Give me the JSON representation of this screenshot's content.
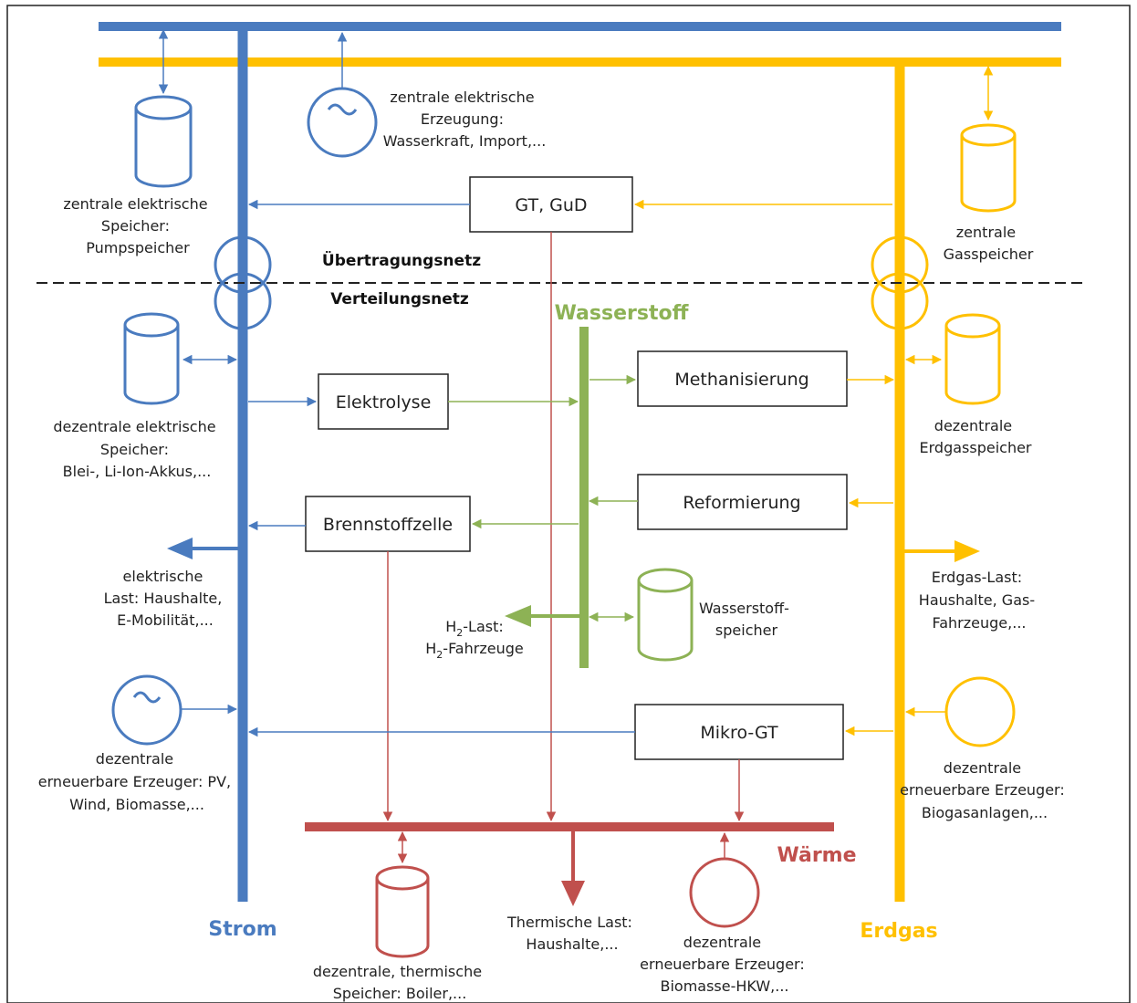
{
  "colors": {
    "strom": "#4a7bbf",
    "erdgas": "#ffc000",
    "wasserstoff": "#8db255",
    "waerme": "#c0504d"
  },
  "carriers": {
    "strom": "Strom",
    "erdgas": "Erdgas",
    "wasserstoff": "Wasserstoff",
    "waerme": "Wärme"
  },
  "levels": {
    "transmission": "Übertragungsnetz",
    "distribution": "Verteilungsnetz"
  },
  "boxes": {
    "gt_gud": "GT, GuD",
    "elektrolyse": "Elektrolyse",
    "methanisierung": "Methanisierung",
    "reformierung": "Reformierung",
    "brennstoffzelle": "Brennstoffzelle",
    "mikro_gt": "Mikro-GT"
  },
  "labels": {
    "central_generation": [
      "zentrale elektrische",
      "Erzeugung:",
      "Wasserkraft, Import,..."
    ],
    "central_el_storage": [
      "zentrale elektrische",
      "Speicher:",
      "Pumpspeicher"
    ],
    "central_gas_storage": [
      "zentrale",
      "Gasspeicher"
    ],
    "decentral_el_storage": [
      "dezentrale elektrische",
      "Speicher:",
      "Blei-, Li-Ion-Akkus,..."
    ],
    "decentral_gas_storage": [
      "dezentrale",
      "Erdgasspeicher"
    ],
    "el_load": [
      "elektrische",
      "Last: Haushalte,",
      "E-Mobilität,..."
    ],
    "gas_load": [
      "Erdgas-Last:",
      "Haushalte, Gas-",
      "Fahrzeuge,..."
    ],
    "h2_load_1_pre": "H",
    "h2_load_1_post": "-Last:",
    "h2_load_2_pre": "H",
    "h2_load_2_post": "-Fahrzeuge",
    "h2_sub": "2",
    "h2_storage": [
      "Wasserstoff-",
      "speicher"
    ],
    "decentral_renew_el": [
      "dezentrale",
      "erneuerbare Erzeuger: PV,",
      "Wind, Biomasse,..."
    ],
    "decentral_renew_gas": [
      "dezentrale",
      "erneuerbare Erzeuger:",
      "Biogasanlagen,..."
    ],
    "thermal_storage": [
      "dezentrale, thermische",
      "Speicher: Boiler,..."
    ],
    "thermal_load": [
      "Thermische Last:",
      "Haushalte,..."
    ],
    "decentral_renew_heat": [
      "dezentrale",
      "erneuerbare Erzeuger:",
      "Biomasse-HKW,..."
    ]
  }
}
